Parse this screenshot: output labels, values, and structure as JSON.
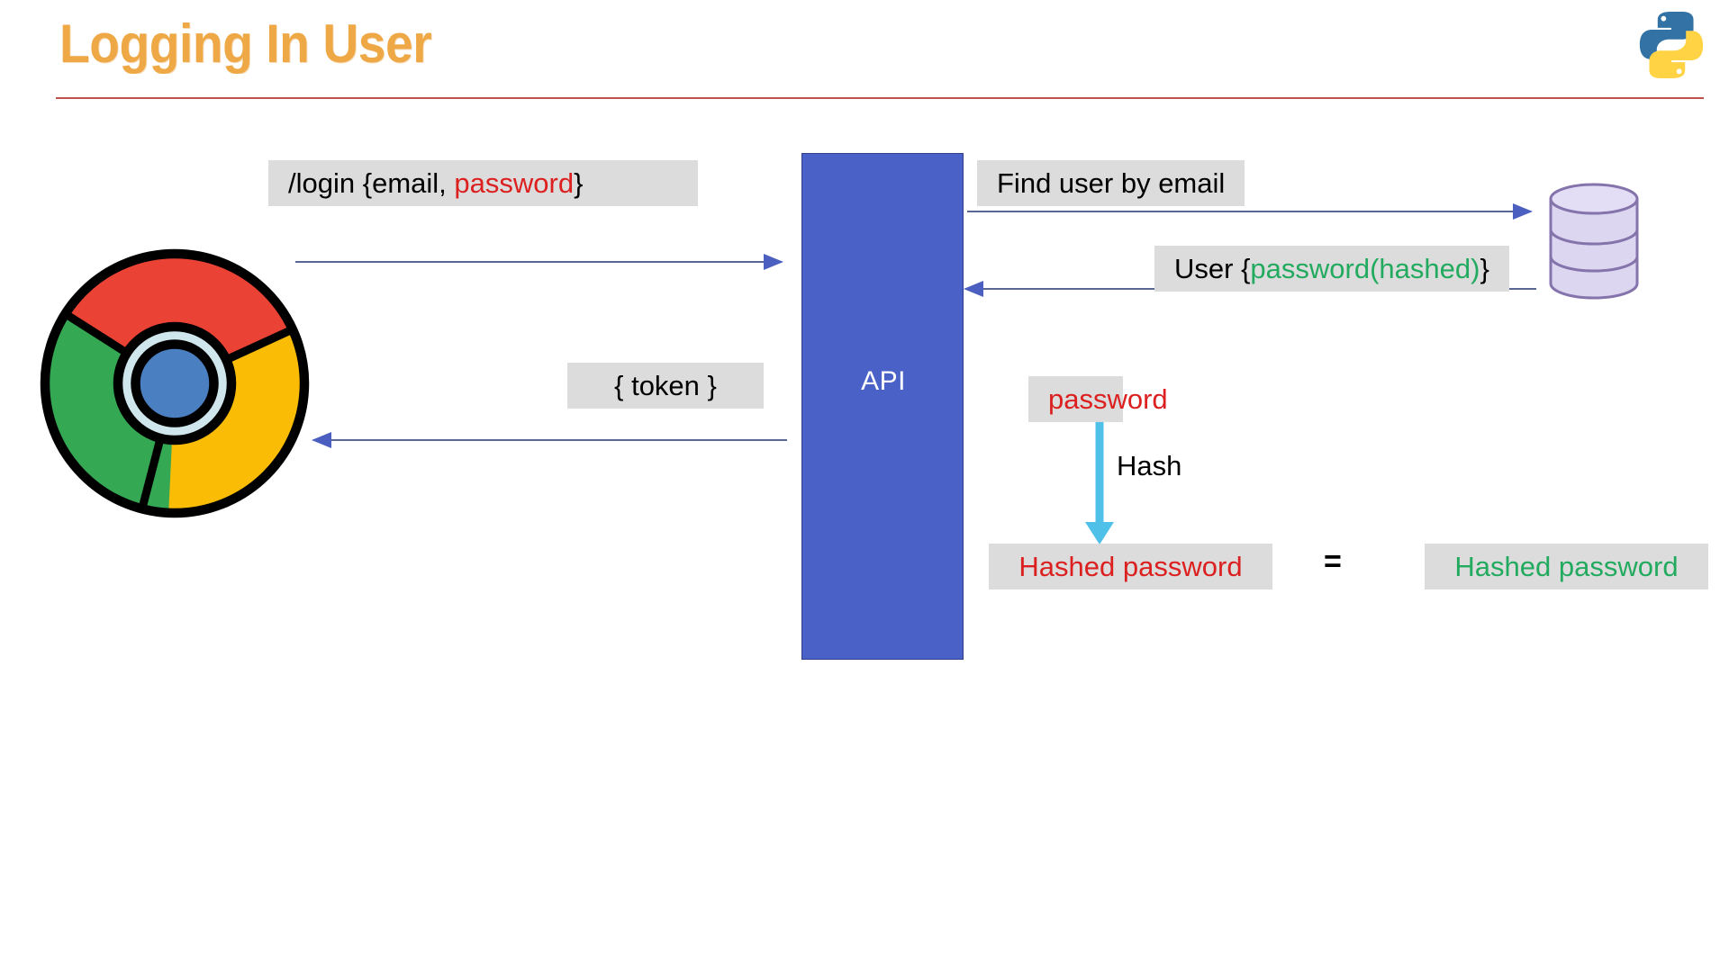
{
  "slide": {
    "title": "Logging In User",
    "accent_color": "#EFA846",
    "rule_color": "#C0504D",
    "background": "#FFFFFF"
  },
  "branding": {
    "logo_name": "python-logo",
    "python_blue": "#3272A4",
    "python_yellow": "#FFD343"
  },
  "actors": {
    "client": {
      "name": "chrome-browser",
      "colors": {
        "red": "#EA4335",
        "green": "#34A853",
        "yellow": "#FBBC05",
        "blue": "#4A7FC1",
        "ring": "#CFE6EC"
      }
    },
    "server": {
      "label": "API",
      "fill": "#4A62C8",
      "text_color": "#FFFFFF"
    },
    "database": {
      "name": "database-cylinder",
      "fill": "#DCD6F0",
      "stroke": "#8574AC"
    }
  },
  "messages": [
    {
      "id": "login-request",
      "parts": [
        {
          "text": "/login {email, ",
          "color": "#000000"
        },
        {
          "text": "password",
          "color": "#DC2020"
        },
        {
          "text": "}",
          "color": "#000000"
        }
      ],
      "direction": "client-to-api"
    },
    {
      "id": "find-user",
      "parts": [
        {
          "text": "Find user by email",
          "color": "#000000"
        }
      ],
      "direction": "api-to-database"
    },
    {
      "id": "user-response",
      "parts": [
        {
          "text": "User {",
          "color": "#000000"
        },
        {
          "text": "password(hashed)",
          "color": "#22AA5F"
        },
        {
          "text": "}",
          "color": "#000000"
        }
      ],
      "direction": "database-to-api"
    },
    {
      "id": "token-response",
      "parts": [
        {
          "text": "{ token }",
          "color": "#000000"
        }
      ],
      "direction": "api-to-client"
    }
  ],
  "hash_flow": {
    "input_label": "password",
    "input_color": "#DC2020",
    "arrow_label": "Hash",
    "arrow_color": "#4FC0E8",
    "output_label": "Hashed password",
    "output_color": "#DC2020",
    "comparator": "=",
    "compare_label": "Hashed password",
    "compare_color": "#22AA5F"
  },
  "arrows": {
    "line_color": "#5A6794",
    "head_color": "#4A5FC0"
  }
}
